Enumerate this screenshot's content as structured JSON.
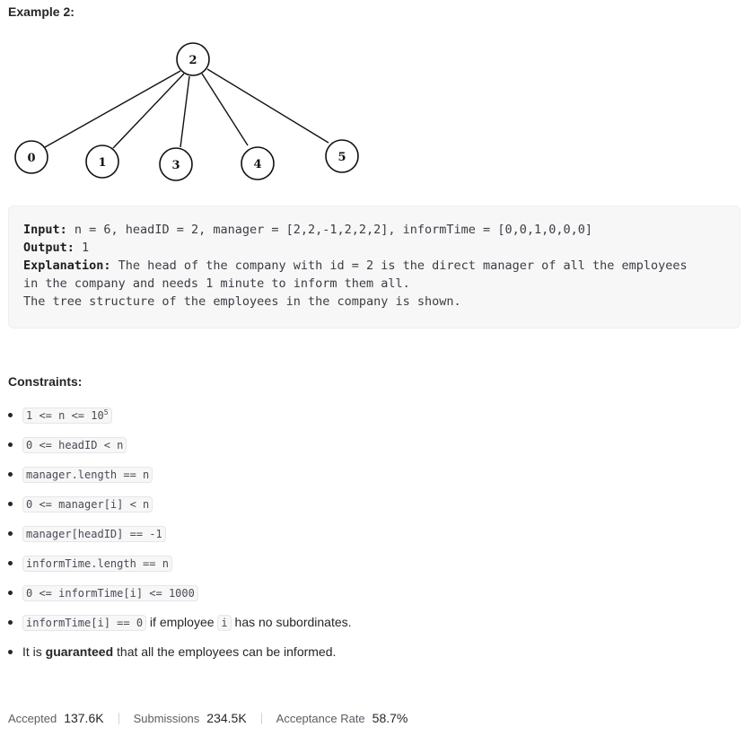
{
  "example": {
    "title": "Example 2:",
    "tree": {
      "root": "2",
      "children": [
        "0",
        "1",
        "3",
        "4",
        "5"
      ]
    },
    "input_label": "Input:",
    "input_text": " n = 6, headID = 2, manager = [2,2,-1,2,2,2], informTime = [0,0,1,0,0,0]",
    "output_label": "Output:",
    "output_text": " 1",
    "explanation_label": "Explanation:",
    "explanation_line1": " The head of the company with id = 2 is the direct manager of all the employees",
    "explanation_line2": "in the company and needs 1 minute to inform them all.",
    "explanation_line3": "The tree structure of the employees in the company is shown."
  },
  "constraints": {
    "title": "Constraints:",
    "items": {
      "c1_code": "1 <= n <= 10",
      "c1_sup": "5",
      "c2_code": "0 <= headID < n",
      "c3_code": "manager.length == n",
      "c4_code": "0 <= manager[i] < n",
      "c5_code": "manager[headID] == -1",
      "c6_code": "informTime.length == n",
      "c7_code": "0 <= informTime[i] <= 1000",
      "c8_code": "informTime[i] == 0",
      "c8_text1": " if employee ",
      "c8_code2": "i",
      "c8_text2": " has no subordinates.",
      "c9_text1": "It is ",
      "c9_bold": "guaranteed",
      "c9_text2": " that all the employees can be informed."
    }
  },
  "stats": {
    "accepted_label": "Accepted",
    "accepted_value": "137.6K",
    "submissions_label": "Submissions",
    "submissions_value": "234.5K",
    "rate_label": "Acceptance Rate",
    "rate_value": "58.7%"
  }
}
